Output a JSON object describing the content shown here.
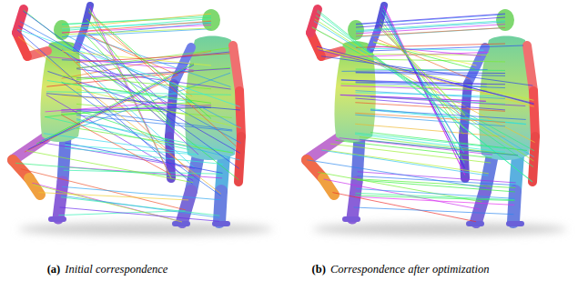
{
  "diagram": {
    "labels": [
      "(a)",
      "Initial correspondence",
      "(b)",
      "Correspondence after optimization"
    ]
  }
}
